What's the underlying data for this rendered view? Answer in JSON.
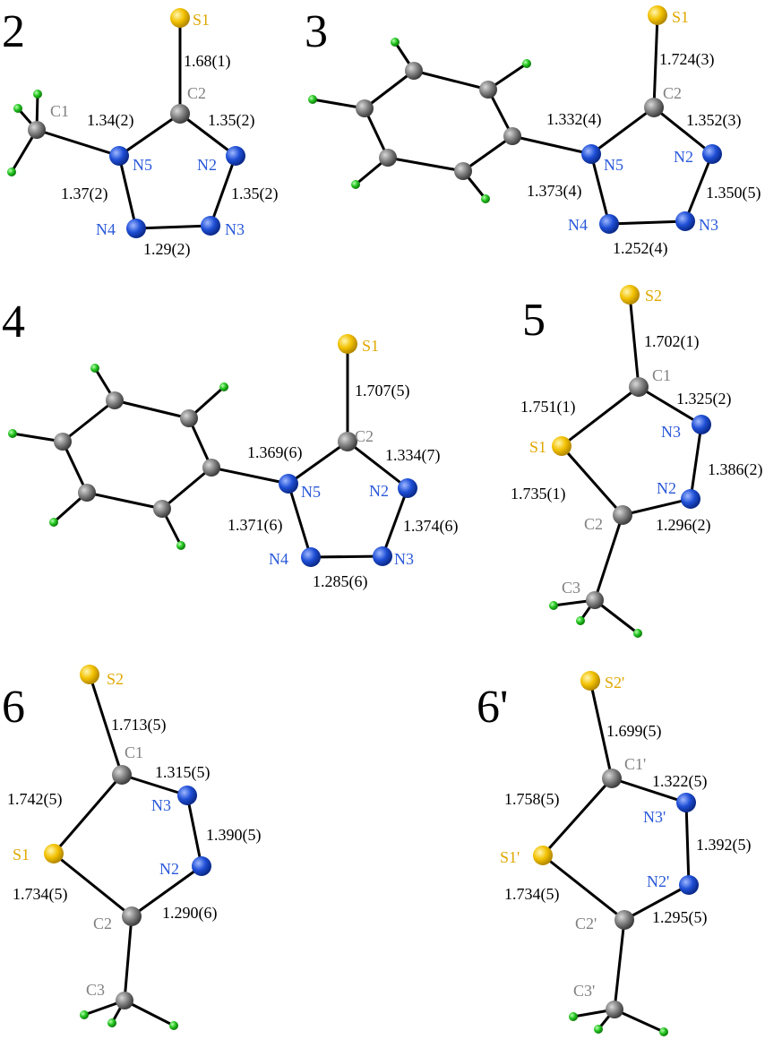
{
  "colors": {
    "S": "#f2c100",
    "N": "#1f4fd6",
    "C": "#808080",
    "H": "#22c31f",
    "bond": "#000000",
    "label_S": "#e0a800",
    "label_N": "#2a59d9",
    "label_C": "#808080",
    "text": "#000000"
  },
  "panels": [
    {
      "id": "p2",
      "number": "2",
      "atom_labels": [
        "S1",
        "C2",
        "C1",
        "N5",
        "N2",
        "N4",
        "N3"
      ],
      "bond_labels": [
        "1.68(1)",
        "1.34(2)",
        "1.35(2)",
        "1.37(2)",
        "1.35(2)",
        "1.29(2)"
      ]
    },
    {
      "id": "p3",
      "number": "3",
      "atom_labels": [
        "S1",
        "C2",
        "N5",
        "N2",
        "N4",
        "N3"
      ],
      "bond_labels": [
        "1.724(3)",
        "1.332(4)",
        "1.352(3)",
        "1.373(4)",
        "1.350(5)",
        "1.252(4)"
      ]
    },
    {
      "id": "p4",
      "number": "4",
      "atom_labels": [
        "S1",
        "C2",
        "N5",
        "N2",
        "N4",
        "N3"
      ],
      "bond_labels": [
        "1.707(5)",
        "1.369(6)",
        "1.334(7)",
        "1.371(6)",
        "1.374(6)",
        "1.285(6)"
      ]
    },
    {
      "id": "p5",
      "number": "5",
      "atom_labels": [
        "S2",
        "C1",
        "N3",
        "S1",
        "N2",
        "C2",
        "C3"
      ],
      "bond_labels": [
        "1.702(1)",
        "1.325(2)",
        "1.751(1)",
        "1.386(2)",
        "1.735(1)",
        "1.296(2)"
      ]
    },
    {
      "id": "p6",
      "number": "6",
      "atom_labels": [
        "S2",
        "C1",
        "N3",
        "S1",
        "N2",
        "C2",
        "C3"
      ],
      "bond_labels": [
        "1.713(5)",
        "1.315(5)",
        "1.742(5)",
        "1.390(5)",
        "1.734(5)",
        "1.290(6)"
      ]
    },
    {
      "id": "p6p",
      "number": "6'",
      "atom_labels": [
        "S2'",
        "C1'",
        "N3'",
        "S1'",
        "N2'",
        "C2'",
        "C3'"
      ],
      "bond_labels": [
        "1.699(5)",
        "1.322(5)",
        "1.758(5)",
        "1.392(5)",
        "1.734(5)",
        "1.295(5)"
      ]
    }
  ]
}
